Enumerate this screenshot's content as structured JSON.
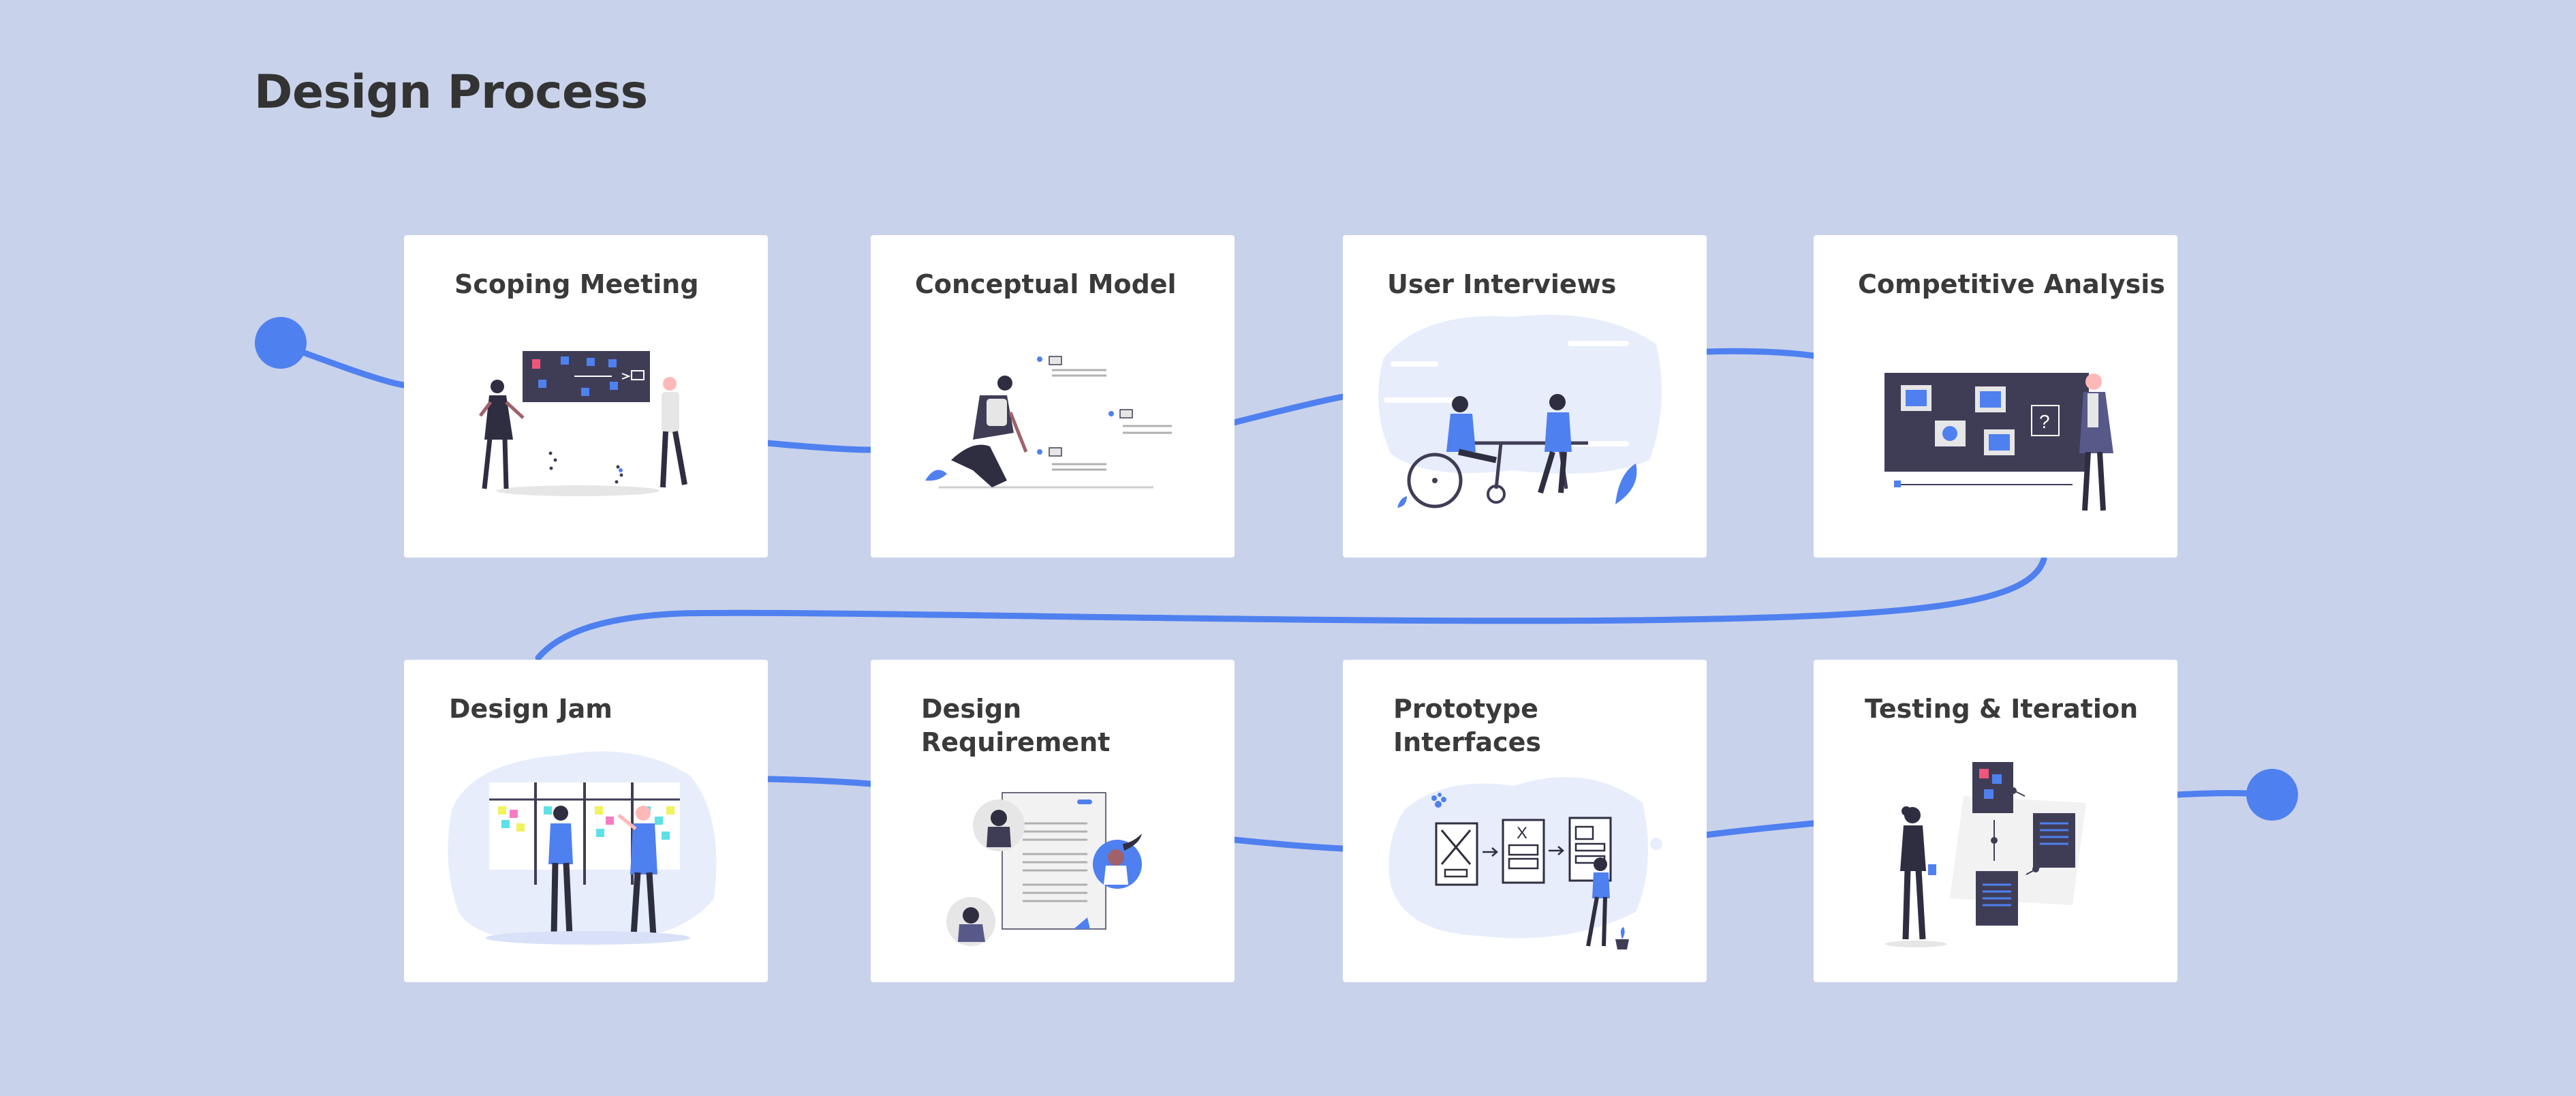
{
  "title": "Design Process",
  "colors": {
    "background": "#c8d2ea",
    "accent": "#4f80ef",
    "card": "#ffffff",
    "dark": "#3f3d56",
    "text": "#333333"
  },
  "steps": [
    {
      "label": "Scoping Meeting",
      "illustration": "presentation-board-illustration"
    },
    {
      "label": "Conceptual Model",
      "illustration": "modeling-illustration"
    },
    {
      "label": "User Interviews",
      "illustration": "interview-illustration"
    },
    {
      "label": "Competitive Analysis",
      "illustration": "analysis-board-illustration"
    },
    {
      "label": "Design Jam",
      "illustration": "sticky-notes-illustration"
    },
    {
      "label": "Design\nRequirement",
      "illustration": "requirement-document-illustration"
    },
    {
      "label": "Prototype\nInterfaces",
      "illustration": "wireframe-flow-illustration"
    },
    {
      "label": "Testing & Iteration",
      "illustration": "testing-illustration"
    }
  ]
}
